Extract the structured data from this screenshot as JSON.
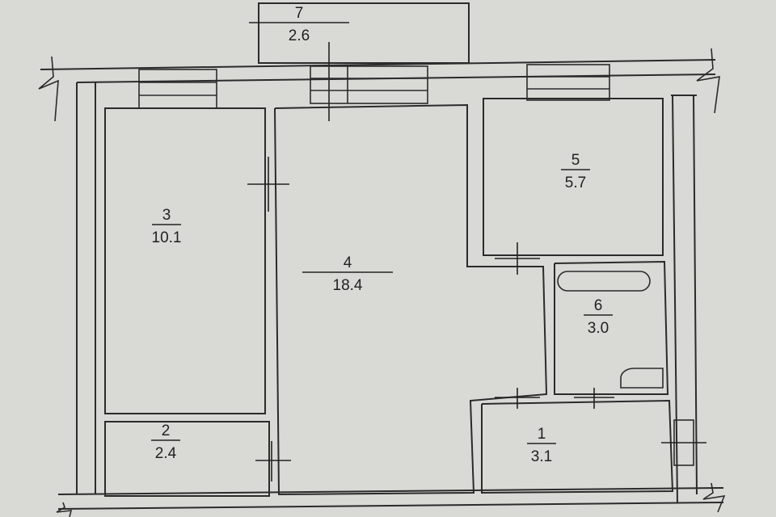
{
  "rooms": [
    {
      "id": "1",
      "number": "1",
      "area": "3.1"
    },
    {
      "id": "2",
      "number": "2",
      "area": "2.4"
    },
    {
      "id": "3",
      "number": "3",
      "area": "10.1"
    },
    {
      "id": "4",
      "number": "4",
      "area": "18.4"
    },
    {
      "id": "5",
      "number": "5",
      "area": "5.7"
    },
    {
      "id": "6",
      "number": "6",
      "area": "3.0"
    },
    {
      "id": "7",
      "number": "7",
      "area": "2.6"
    }
  ]
}
